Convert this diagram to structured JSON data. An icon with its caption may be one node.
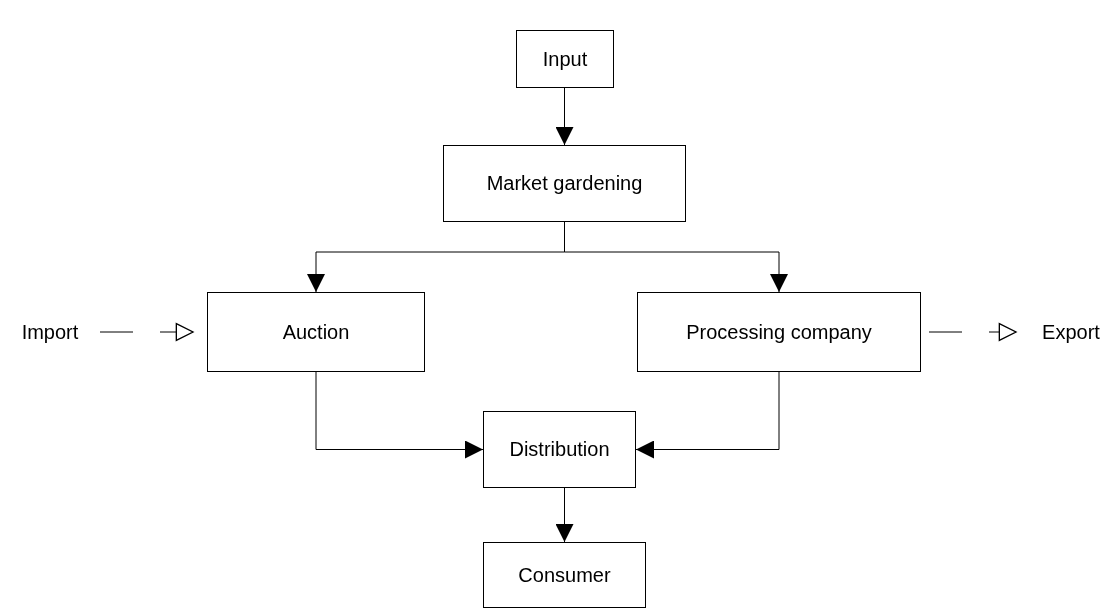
{
  "diagram": {
    "nodes": [
      {
        "text": [
          "Input"
        ]
      },
      {
        "text": [
          "Market gardening"
        ]
      },
      {
        "text": [
          "Import"
        ]
      },
      {
        "text": [
          "Auction"
        ]
      },
      {
        "text": [
          "Processing company"
        ]
      },
      {
        "text": [
          "Export"
        ]
      },
      {
        "text": [
          "Distribution"
        ]
      },
      {
        "text": [
          "Consumer"
        ]
      }
    ],
    "edges": [
      {
        "from": 0,
        "to": 1,
        "arrow": "to"
      },
      {
        "from": 1,
        "to": 3,
        "arrow": "to"
      },
      {
        "from": 1,
        "to": 4,
        "arrow": "to"
      },
      {
        "from": 2,
        "to": 3,
        "arrow": "to",
        "style": "dashed"
      },
      {
        "from": 4,
        "to": 5,
        "arrow": "to",
        "style": "dashed"
      },
      {
        "from": 3,
        "to": 6,
        "arrow": "to"
      },
      {
        "from": 4,
        "to": 6,
        "arrow": "to"
      },
      {
        "from": 6,
        "to": 7,
        "arrow": "to"
      }
    ]
  }
}
